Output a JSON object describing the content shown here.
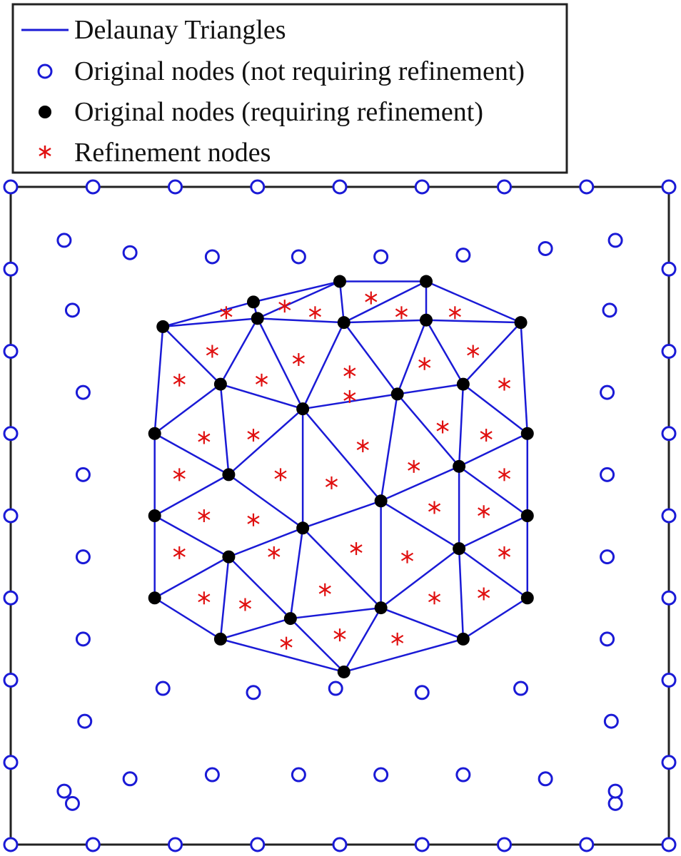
{
  "legend": {
    "items": [
      {
        "label": "Delaunay Triangles",
        "marker": "line"
      },
      {
        "label": "Original nodes (not requiring refinement)",
        "marker": "open-circle"
      },
      {
        "label": "Original nodes (requiring refinement)",
        "marker": "filled-circle"
      },
      {
        "label": "Refinement nodes",
        "marker": "asterisk"
      }
    ]
  },
  "colors": {
    "triangle_edge": "#1a1ad6",
    "open_node": "#1a1ad6",
    "filled_node": "#000000",
    "refinement_node": "#e01010",
    "frame": "#222222"
  },
  "chart_data": {
    "type": "scatter",
    "xlim": [
      0,
      8
    ],
    "ylim": [
      0,
      8
    ],
    "grid": false,
    "legend_position": "top",
    "original_nodes_not_requiring_refinement": [
      [
        0,
        8
      ],
      [
        1,
        8
      ],
      [
        2,
        8
      ],
      [
        3,
        8
      ],
      [
        4,
        8
      ],
      [
        5,
        8
      ],
      [
        6,
        8
      ],
      [
        7,
        8
      ],
      [
        8,
        8
      ],
      [
        0,
        0
      ],
      [
        1,
        0
      ],
      [
        2,
        0
      ],
      [
        3,
        0
      ],
      [
        4,
        0
      ],
      [
        5,
        0
      ],
      [
        6,
        0
      ],
      [
        7,
        0
      ],
      [
        8,
        0
      ],
      [
        0,
        7
      ],
      [
        0,
        6
      ],
      [
        0,
        5
      ],
      [
        0,
        4
      ],
      [
        0,
        3
      ],
      [
        0,
        2
      ],
      [
        0,
        1
      ],
      [
        8,
        7
      ],
      [
        8,
        6
      ],
      [
        8,
        5
      ],
      [
        8,
        4
      ],
      [
        8,
        3
      ],
      [
        8,
        2
      ],
      [
        8,
        1
      ],
      [
        0.65,
        7.35
      ],
      [
        1.45,
        7.2
      ],
      [
        2.45,
        7.15
      ],
      [
        3.5,
        7.15
      ],
      [
        4.5,
        7.15
      ],
      [
        5.5,
        7.17
      ],
      [
        6.5,
        7.25
      ],
      [
        7.35,
        7.35
      ],
      [
        0.75,
        6.5
      ],
      [
        0.88,
        5.5
      ],
      [
        0.88,
        4.5
      ],
      [
        0.88,
        3.5
      ],
      [
        0.88,
        2.5
      ],
      [
        0.9,
        1.5
      ],
      [
        0.75,
        0.5
      ],
      [
        7.28,
        6.5
      ],
      [
        7.25,
        5.5
      ],
      [
        7.25,
        4.5
      ],
      [
        7.25,
        3.5
      ],
      [
        7.25,
        2.5
      ],
      [
        7.3,
        1.5
      ],
      [
        7.35,
        0.5
      ],
      [
        1.85,
        1.9
      ],
      [
        2.95,
        1.85
      ],
      [
        3.95,
        1.9
      ],
      [
        5.0,
        1.85
      ],
      [
        6.2,
        1.9
      ],
      [
        0.65,
        0.65
      ],
      [
        1.45,
        0.8
      ],
      [
        2.45,
        0.85
      ],
      [
        3.5,
        0.85
      ],
      [
        4.5,
        0.85
      ],
      [
        5.5,
        0.85
      ],
      [
        6.5,
        0.8
      ],
      [
        7.35,
        0.65
      ]
    ],
    "original_nodes_requiring_refinement": [
      [
        4.0,
        6.85
      ],
      [
        5.05,
        6.85
      ],
      [
        2.95,
        6.6
      ],
      [
        3.0,
        6.4
      ],
      [
        4.05,
        6.35
      ],
      [
        5.05,
        6.38
      ],
      [
        6.2,
        6.35
      ],
      [
        1.85,
        6.3
      ],
      [
        2.55,
        5.6
      ],
      [
        4.7,
        5.48
      ],
      [
        3.55,
        5.3
      ],
      [
        5.5,
        5.6
      ],
      [
        1.75,
        5.0
      ],
      [
        6.28,
        5.0
      ],
      [
        2.65,
        4.5
      ],
      [
        5.45,
        4.6
      ],
      [
        4.5,
        4.18
      ],
      [
        1.75,
        4.0
      ],
      [
        6.28,
        4.0
      ],
      [
        3.55,
        3.85
      ],
      [
        2.65,
        3.5
      ],
      [
        5.45,
        3.6
      ],
      [
        1.75,
        3.0
      ],
      [
        6.28,
        3.0
      ],
      [
        4.5,
        2.88
      ],
      [
        3.4,
        2.75
      ],
      [
        2.55,
        2.5
      ],
      [
        5.5,
        2.5
      ],
      [
        4.05,
        2.1
      ]
    ],
    "refinement_nodes": [
      [
        2.62,
        6.47
      ],
      [
        3.33,
        6.55
      ],
      [
        3.7,
        6.47
      ],
      [
        4.38,
        6.65
      ],
      [
        4.75,
        6.47
      ],
      [
        5.4,
        6.47
      ],
      [
        2.45,
        6.0
      ],
      [
        3.5,
        5.9
      ],
      [
        4.12,
        5.75
      ],
      [
        5.03,
        5.85
      ],
      [
        5.62,
        6.0
      ],
      [
        2.05,
        5.65
      ],
      [
        3.05,
        5.65
      ],
      [
        6.0,
        5.6
      ],
      [
        4.12,
        5.45
      ],
      [
        2.35,
        4.95
      ],
      [
        2.95,
        4.98
      ],
      [
        5.25,
        5.08
      ],
      [
        5.78,
        4.98
      ],
      [
        4.28,
        4.85
      ],
      [
        4.9,
        4.6
      ],
      [
        2.05,
        4.5
      ],
      [
        3.28,
        4.5
      ],
      [
        3.9,
        4.4
      ],
      [
        6.0,
        4.5
      ],
      [
        2.35,
        4.0
      ],
      [
        2.95,
        3.95
      ],
      [
        5.15,
        4.1
      ],
      [
        5.75,
        4.05
      ],
      [
        4.2,
        3.6
      ],
      [
        4.82,
        3.5
      ],
      [
        3.2,
        3.55
      ],
      [
        2.05,
        3.55
      ],
      [
        6.0,
        3.55
      ],
      [
        2.35,
        3.0
      ],
      [
        2.85,
        2.92
      ],
      [
        3.82,
        3.1
      ],
      [
        5.15,
        3.0
      ],
      [
        5.75,
        3.05
      ],
      [
        4.0,
        2.55
      ],
      [
        3.35,
        2.45
      ],
      [
        4.7,
        2.5
      ]
    ],
    "delaunay_edges": [
      [
        [
          1.85,
          6.3
        ],
        [
          2.95,
          6.6
        ]
      ],
      [
        [
          2.95,
          6.6
        ],
        [
          4.0,
          6.85
        ]
      ],
      [
        [
          4.0,
          6.85
        ],
        [
          5.05,
          6.85
        ]
      ],
      [
        [
          5.05,
          6.85
        ],
        [
          6.2,
          6.35
        ]
      ],
      [
        [
          1.85,
          6.3
        ],
        [
          3.0,
          6.4
        ]
      ],
      [
        [
          3.0,
          6.4
        ],
        [
          4.05,
          6.35
        ]
      ],
      [
        [
          4.05,
          6.35
        ],
        [
          5.05,
          6.38
        ]
      ],
      [
        [
          5.05,
          6.38
        ],
        [
          6.2,
          6.35
        ]
      ],
      [
        [
          2.95,
          6.6
        ],
        [
          3.0,
          6.4
        ]
      ],
      [
        [
          3.0,
          6.4
        ],
        [
          4.0,
          6.85
        ]
      ],
      [
        [
          4.0,
          6.85
        ],
        [
          4.05,
          6.35
        ]
      ],
      [
        [
          4.05,
          6.35
        ],
        [
          5.05,
          6.85
        ]
      ],
      [
        [
          5.05,
          6.85
        ],
        [
          5.05,
          6.38
        ]
      ],
      [
        [
          6.2,
          6.35
        ],
        [
          6.28,
          5.0
        ]
      ],
      [
        [
          6.28,
          5.0
        ],
        [
          6.28,
          4.0
        ]
      ],
      [
        [
          6.28,
          4.0
        ],
        [
          6.28,
          3.0
        ]
      ],
      [
        [
          6.28,
          3.0
        ],
        [
          5.5,
          2.5
        ]
      ],
      [
        [
          5.5,
          2.5
        ],
        [
          4.05,
          2.1
        ]
      ],
      [
        [
          4.05,
          2.1
        ],
        [
          2.55,
          2.5
        ]
      ],
      [
        [
          2.55,
          2.5
        ],
        [
          1.75,
          3.0
        ]
      ],
      [
        [
          1.75,
          3.0
        ],
        [
          1.75,
          4.0
        ]
      ],
      [
        [
          1.75,
          4.0
        ],
        [
          1.75,
          5.0
        ]
      ],
      [
        [
          1.75,
          5.0
        ],
        [
          1.85,
          6.3
        ]
      ],
      [
        [
          1.85,
          6.3
        ],
        [
          2.55,
          5.6
        ]
      ],
      [
        [
          3.0,
          6.4
        ],
        [
          2.55,
          5.6
        ]
      ],
      [
        [
          3.0,
          6.4
        ],
        [
          3.55,
          5.3
        ]
      ],
      [
        [
          2.55,
          5.6
        ],
        [
          3.55,
          5.3
        ]
      ],
      [
        [
          4.05,
          6.35
        ],
        [
          3.55,
          5.3
        ]
      ],
      [
        [
          4.05,
          6.35
        ],
        [
          4.7,
          5.48
        ]
      ],
      [
        [
          5.05,
          6.38
        ],
        [
          4.7,
          5.48
        ]
      ],
      [
        [
          5.05,
          6.38
        ],
        [
          5.5,
          5.6
        ]
      ],
      [
        [
          6.2,
          6.35
        ],
        [
          5.5,
          5.6
        ]
      ],
      [
        [
          3.55,
          5.3
        ],
        [
          4.7,
          5.48
        ]
      ],
      [
        [
          4.7,
          5.48
        ],
        [
          5.5,
          5.6
        ]
      ],
      [
        [
          5.5,
          5.6
        ],
        [
          6.28,
          5.0
        ]
      ],
      [
        [
          2.55,
          5.6
        ],
        [
          1.75,
          5.0
        ]
      ],
      [
        [
          2.55,
          5.6
        ],
        [
          2.65,
          4.5
        ]
      ],
      [
        [
          1.75,
          5.0
        ],
        [
          2.65,
          4.5
        ]
      ],
      [
        [
          3.55,
          5.3
        ],
        [
          2.65,
          4.5
        ]
      ],
      [
        [
          3.55,
          5.3
        ],
        [
          3.55,
          3.85
        ]
      ],
      [
        [
          4.7,
          5.48
        ],
        [
          4.5,
          4.18
        ]
      ],
      [
        [
          4.7,
          5.48
        ],
        [
          5.45,
          4.6
        ]
      ],
      [
        [
          5.5,
          5.6
        ],
        [
          5.45,
          4.6
        ]
      ],
      [
        [
          6.28,
          5.0
        ],
        [
          5.45,
          4.6
        ]
      ],
      [
        [
          3.55,
          5.3
        ],
        [
          4.5,
          4.18
        ]
      ],
      [
        [
          1.75,
          4.0
        ],
        [
          2.65,
          4.5
        ]
      ],
      [
        [
          2.65,
          4.5
        ],
        [
          3.55,
          3.85
        ]
      ],
      [
        [
          1.75,
          4.0
        ],
        [
          2.65,
          3.5
        ]
      ],
      [
        [
          3.55,
          3.85
        ],
        [
          4.5,
          4.18
        ]
      ],
      [
        [
          4.5,
          4.18
        ],
        [
          5.45,
          4.6
        ]
      ],
      [
        [
          5.45,
          4.6
        ],
        [
          6.28,
          4.0
        ]
      ],
      [
        [
          5.45,
          4.6
        ],
        [
          5.45,
          3.6
        ]
      ],
      [
        [
          6.28,
          4.0
        ],
        [
          5.45,
          3.6
        ]
      ],
      [
        [
          4.5,
          4.18
        ],
        [
          5.45,
          3.6
        ]
      ],
      [
        [
          4.5,
          4.18
        ],
        [
          4.5,
          2.88
        ]
      ],
      [
        [
          2.65,
          3.5
        ],
        [
          3.55,
          3.85
        ]
      ],
      [
        [
          1.75,
          3.0
        ],
        [
          2.65,
          3.5
        ]
      ],
      [
        [
          2.65,
          3.5
        ],
        [
          2.55,
          2.5
        ]
      ],
      [
        [
          3.55,
          3.85
        ],
        [
          3.4,
          2.75
        ]
      ],
      [
        [
          2.65,
          3.5
        ],
        [
          3.4,
          2.75
        ]
      ],
      [
        [
          3.55,
          3.85
        ],
        [
          4.5,
          2.88
        ]
      ],
      [
        [
          5.45,
          3.6
        ],
        [
          4.5,
          2.88
        ]
      ],
      [
        [
          5.45,
          3.6
        ],
        [
          5.5,
          2.5
        ]
      ],
      [
        [
          6.28,
          3.0
        ],
        [
          5.45,
          3.6
        ]
      ],
      [
        [
          2.55,
          2.5
        ],
        [
          3.4,
          2.75
        ]
      ],
      [
        [
          3.4,
          2.75
        ],
        [
          4.5,
          2.88
        ]
      ],
      [
        [
          4.5,
          2.88
        ],
        [
          5.5,
          2.5
        ]
      ],
      [
        [
          3.4,
          2.75
        ],
        [
          4.05,
          2.1
        ]
      ],
      [
        [
          4.5,
          2.88
        ],
        [
          4.05,
          2.1
        ]
      ]
    ]
  }
}
